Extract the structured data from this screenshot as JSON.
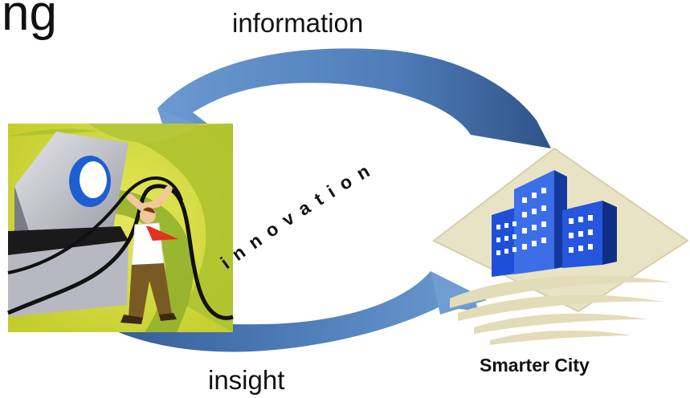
{
  "title_fragment": "ng",
  "labels": {
    "top_arrow": "information",
    "bottom_arrow": "insight",
    "center": "innovation",
    "city": "Smarter City"
  },
  "colors": {
    "arrow_top": "#5c8bc6",
    "arrow_dark": "#2f5488",
    "panel_bg": "#d5dc38",
    "panel_swirl": "#8fae2c",
    "building_blue": "#1f4fd8",
    "building_light": "#4a7ef0",
    "city_diamond": "#e8e2c4"
  },
  "icons": [
    "person-at-computer-clipart",
    "city-buildings-clipart"
  ]
}
